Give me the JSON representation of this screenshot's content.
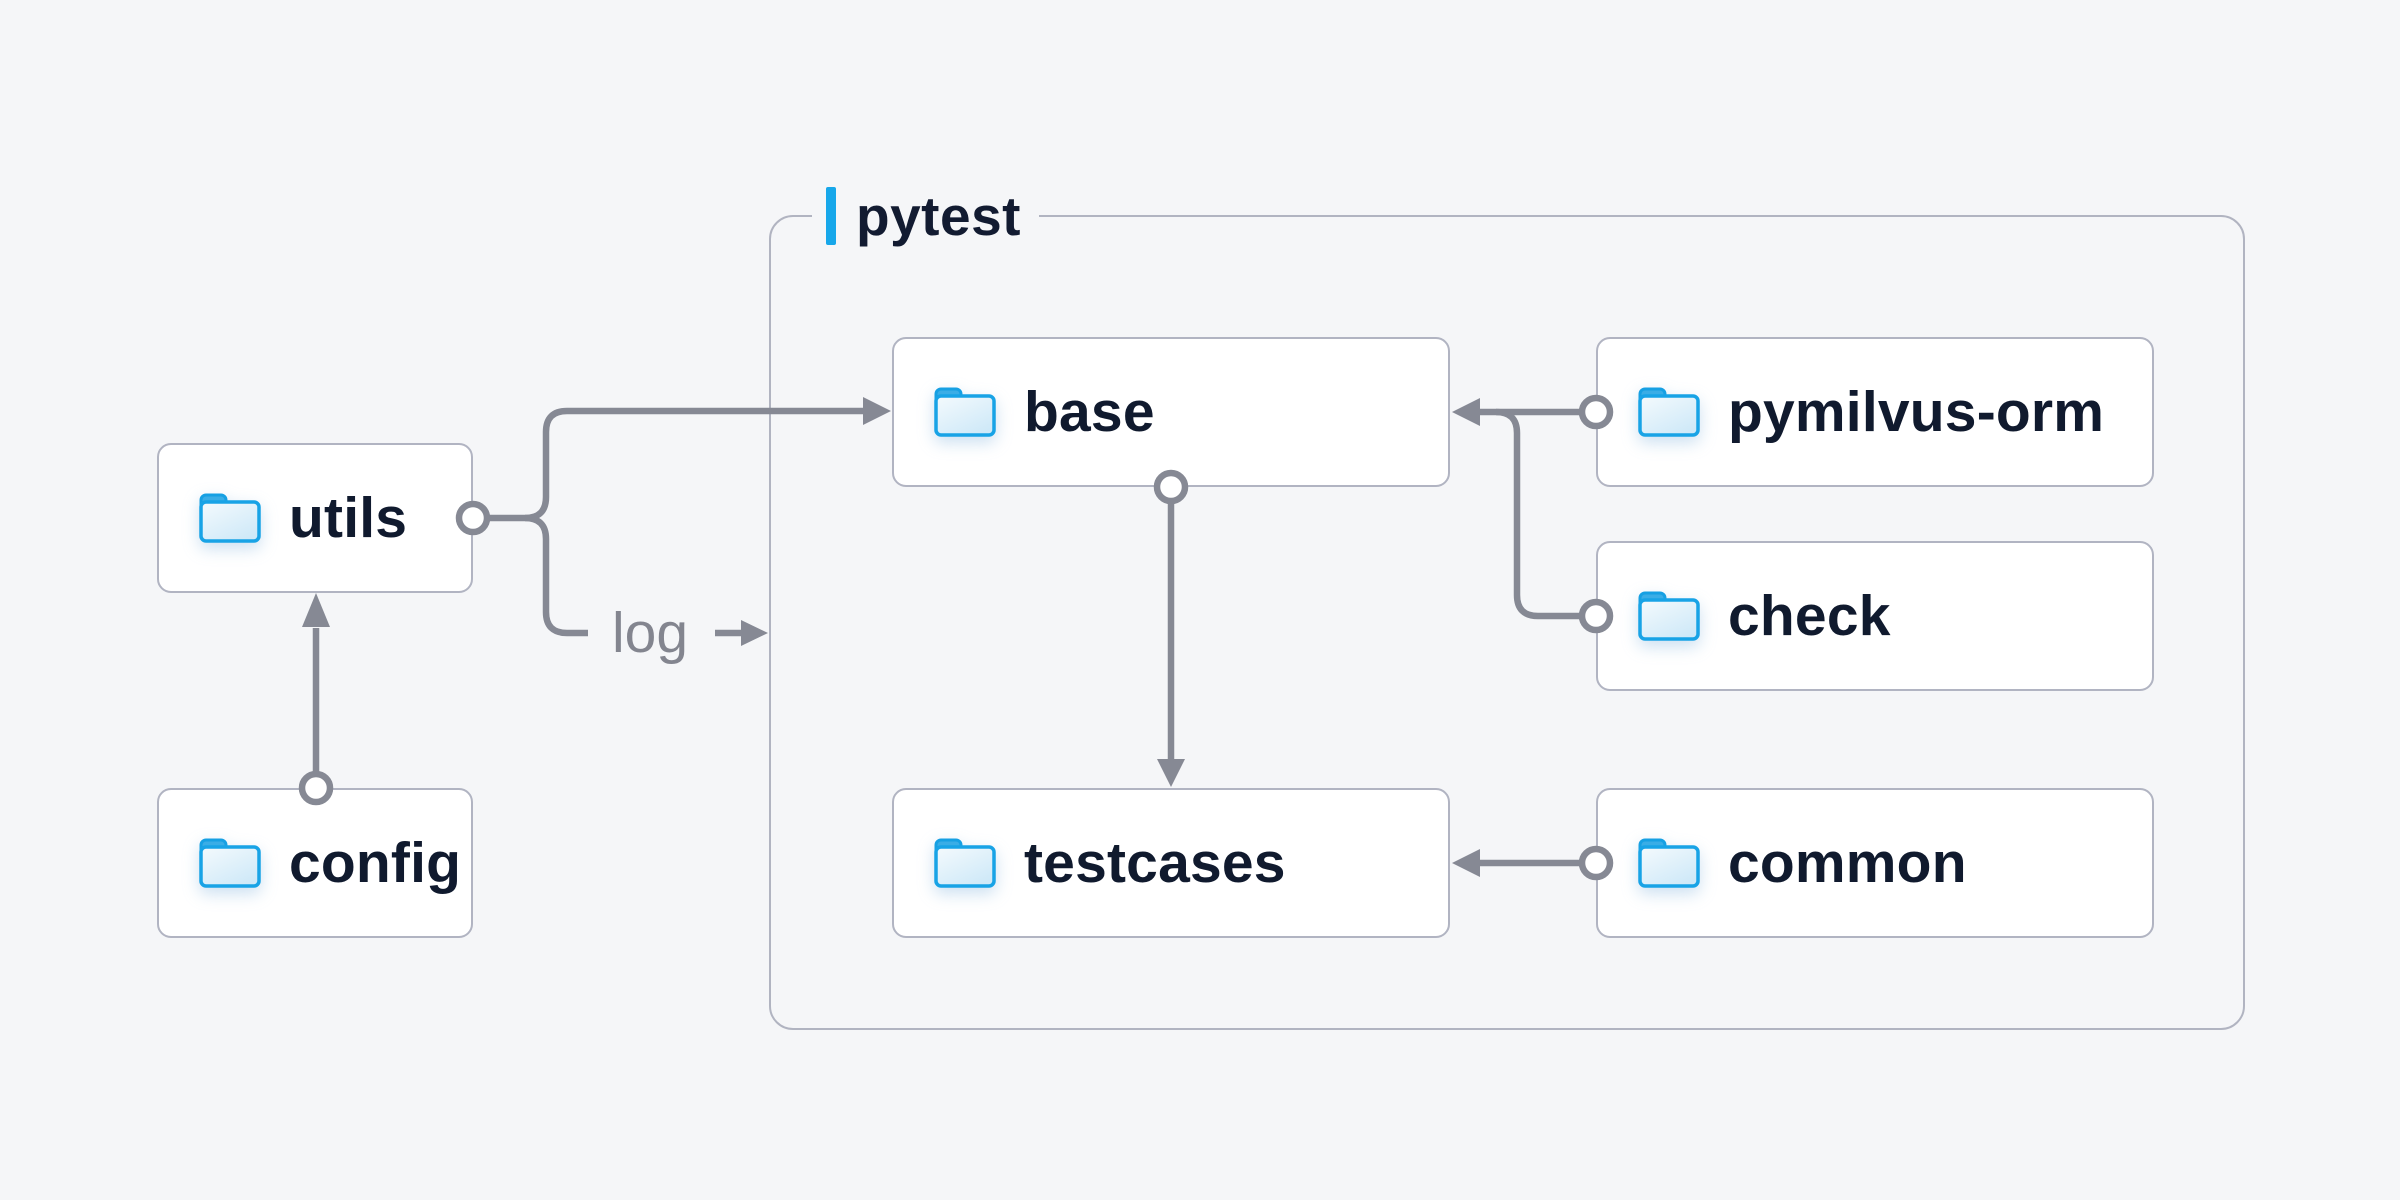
{
  "diagram": {
    "container_label": "pytest",
    "nodes": {
      "utils": {
        "label": "utils",
        "icon": "folder-icon"
      },
      "config": {
        "label": "config",
        "icon": "folder-icon"
      },
      "base": {
        "label": "base",
        "icon": "folder-icon"
      },
      "testcases": {
        "label": "testcases",
        "icon": "folder-icon"
      },
      "pymilvus-orm": {
        "label": "pymilvus-orm",
        "icon": "folder-icon"
      },
      "check": {
        "label": "check",
        "icon": "folder-icon"
      },
      "common": {
        "label": "common",
        "icon": "folder-icon"
      }
    },
    "edges": [
      {
        "from": "config",
        "to": "utils"
      },
      {
        "from": "utils",
        "to": "base"
      },
      {
        "from": "utils",
        "to": "pytest",
        "label": "log"
      },
      {
        "from": "base",
        "to": "testcases"
      },
      {
        "from": "pymilvus-orm",
        "to": "base"
      },
      {
        "from": "check",
        "to": "base"
      },
      {
        "from": "common",
        "to": "testcases"
      }
    ],
    "log_label": "log",
    "colors": {
      "background": "#f5f6f8",
      "node_background": "#ffffff",
      "node_border": "#b1b4c2",
      "container_border": "#b1b4c1",
      "connector": "#868994",
      "accent_blue": "#17a7ea",
      "node_text": "#101a2e",
      "muted_text": "#83858f",
      "folder_stroke": "#18a3e6",
      "folder_tab_fill": "#3aade6",
      "folder_body_light": "#f4fafd",
      "folder_body_dark": "#cfe9f8"
    }
  }
}
